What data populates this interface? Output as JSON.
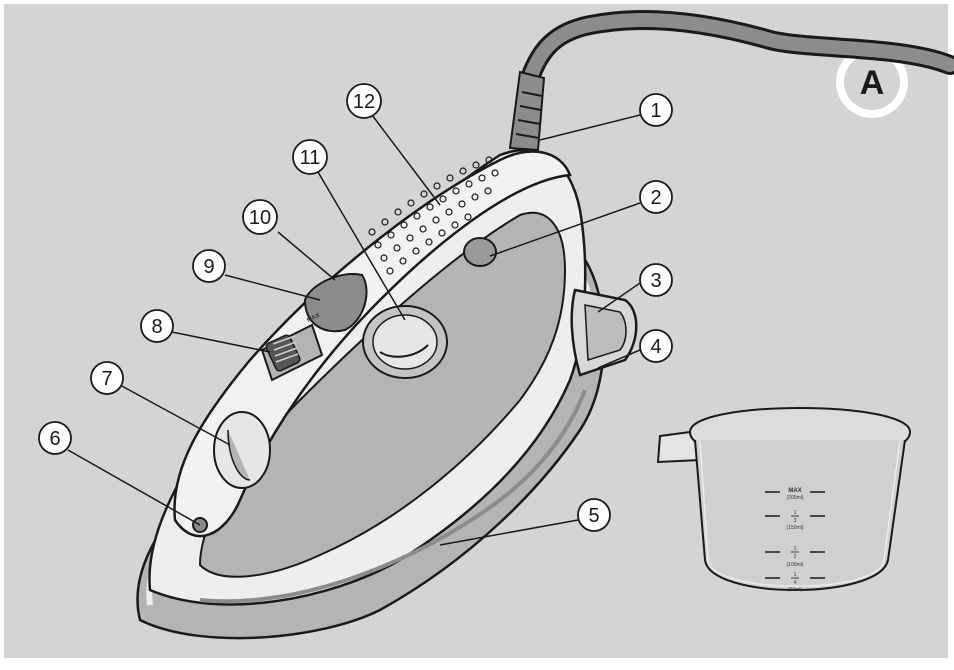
{
  "figure": {
    "badge": "A",
    "callouts": [
      {
        "id": "1",
        "label": "1"
      },
      {
        "id": "2",
        "label": "2"
      },
      {
        "id": "3",
        "label": "3"
      },
      {
        "id": "4",
        "label": "4"
      },
      {
        "id": "5",
        "label": "5"
      },
      {
        "id": "6",
        "label": "6"
      },
      {
        "id": "7",
        "label": "7"
      },
      {
        "id": "8",
        "label": "8"
      },
      {
        "id": "9",
        "label": "9"
      },
      {
        "id": "10",
        "label": "10"
      },
      {
        "id": "11",
        "label": "11"
      },
      {
        "id": "12",
        "label": "12"
      }
    ],
    "dial_label": "MAX",
    "cup_markings": {
      "max": "MAX",
      "max_ml": "(200ml)",
      "third_num": "1",
      "third_den": "3",
      "third_ml": "(150ml)",
      "half_num": "1",
      "half_den": "2",
      "half_ml": "(100ml)",
      "quarter_num": "1",
      "quarter_den": "4",
      "quarter_ml": "(50ml)"
    },
    "colors": {
      "background": "#d4d4d4",
      "frame": "#ffffff",
      "outline": "#1a1a1a",
      "body_light": "#eeeeee",
      "body_mid": "#b4b4b4",
      "body_dark": "#8c8c8c"
    }
  }
}
